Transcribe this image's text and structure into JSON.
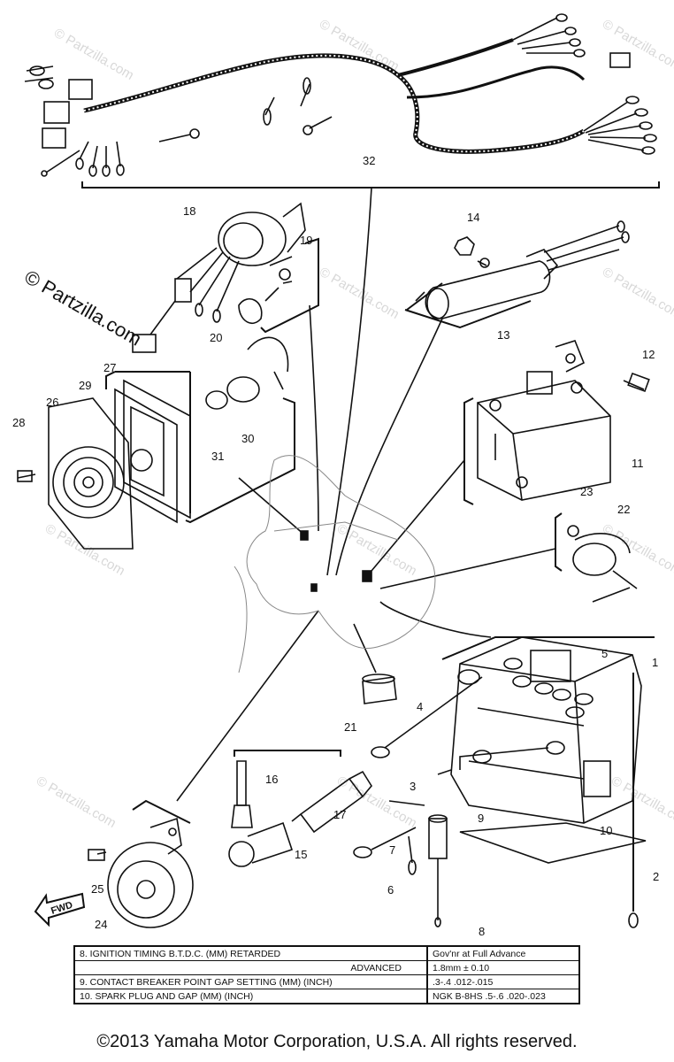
{
  "watermark": {
    "main": "© Partzilla.com",
    "small": "© Partzilla.com"
  },
  "callouts": [
    "1",
    "2",
    "3",
    "4",
    "5",
    "6",
    "7",
    "8",
    "9",
    "10",
    "11",
    "12",
    "13",
    "14",
    "15",
    "16",
    "17",
    "18",
    "19",
    "20",
    "21",
    "22",
    "23",
    "24",
    "25",
    "26",
    "27",
    "28",
    "29",
    "30",
    "31",
    "32"
  ],
  "fwd_label": "FWD",
  "spec_table": {
    "rows": [
      {
        "label": "8.  IGNITION TIMING B.T.D.C. (MM) RETARDED",
        "value": "Gov'nr at Full Advance"
      },
      {
        "label": "ADVANCED",
        "value": "1.8mm ± 0.10"
      },
      {
        "label": "9.  CONTACT BREAKER POINT GAP SETTING (MM) (INCH)",
        "value": ".3-.4  .012-.015"
      },
      {
        "label": "10.  SPARK PLUG AND GAP (MM) (INCH)",
        "value": "NGK B-8HS .5-.6 .020-.023"
      }
    ]
  },
  "copyright": "©2013 Yamaha Motor Corporation, U.S.A. All rights reserved.",
  "colors": {
    "ink": "#111111",
    "watermark": "#d8d8d8",
    "background": "#ffffff"
  }
}
